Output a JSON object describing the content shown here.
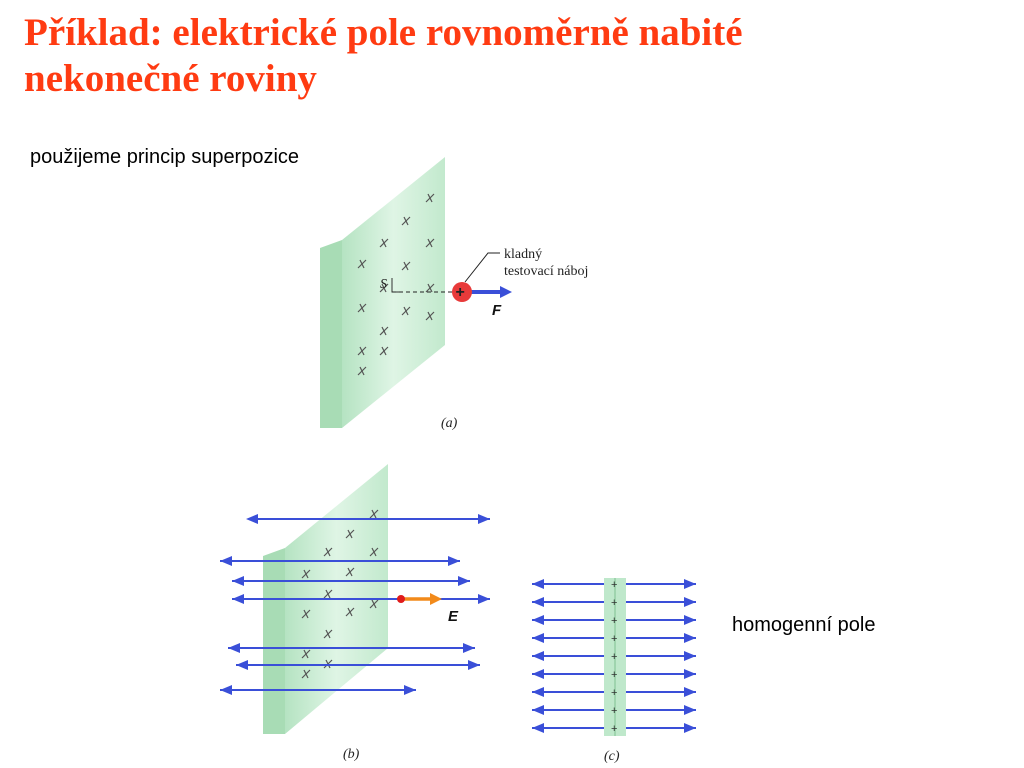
{
  "slide": {
    "title_line1": "Příklad: elektrické pole rovnoměrně nabité",
    "title_line2": "nekonečné roviny",
    "note_superposition": "použijeme princip superpozice",
    "note_homogeneous": "homogenní pole"
  },
  "figure_a": {
    "callout_line1": "kladný",
    "callout_line2": "testovací náboj",
    "point_label": "S",
    "force_label": "F",
    "caption": "(a)"
  },
  "figure_b": {
    "field_label": "E",
    "caption": "(b)"
  },
  "figure_c": {
    "caption": "(c)"
  },
  "colors": {
    "title": "#ff3b12",
    "field_lines": "#3a4fd8",
    "plate": "#c4ebd0",
    "field_vector": "#f28a1a",
    "charge": "#e83a3a"
  }
}
